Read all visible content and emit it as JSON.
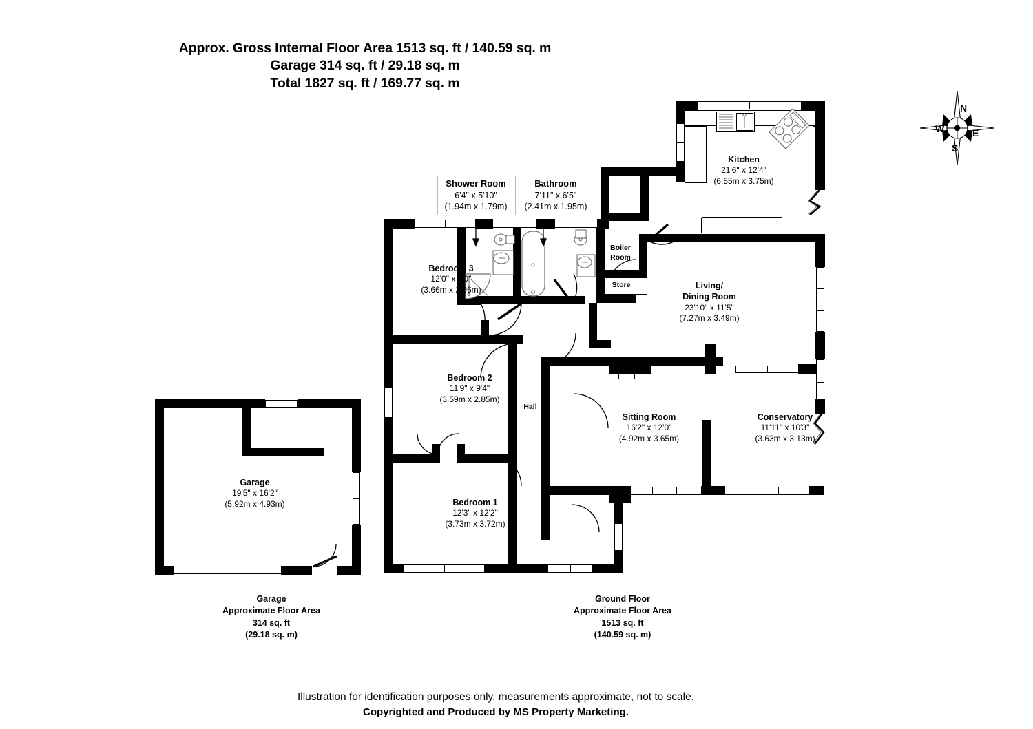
{
  "header": {
    "line1": "Approx. Gross Internal Floor Area 1513 sq. ft / 140.59 sq. m",
    "line2": "Garage 314 sq. ft / 29.18 sq. m",
    "line3": "Total 1827 sq. ft / 169.77 sq. m"
  },
  "rooms": {
    "shower_room": {
      "name": "Shower Room",
      "imperial": "6'4\" x 5'10\"",
      "metric": "(1.94m x 1.79m)"
    },
    "bathroom": {
      "name": "Bathroom",
      "imperial": "7'11\" x 6'5\"",
      "metric": "(2.41m x 1.95m)"
    },
    "bedroom3": {
      "name": "Bedroom 3",
      "imperial": "12'0\" x 9'9\"",
      "metric": "(3.66m x 2.96m)"
    },
    "bedroom2": {
      "name": "Bedroom 2",
      "imperial": "11'9\" x 9'4\"",
      "metric": "(3.59m x 2.85m)"
    },
    "bedroom1": {
      "name": "Bedroom 1",
      "imperial": "12'3\" x 12'2\"",
      "metric": "(3.73m x 3.72m)"
    },
    "kitchen": {
      "name": "Kitchen",
      "imperial": "21'6\" x 12'4\"",
      "metric": "(6.55m x 3.75m)"
    },
    "living_dining": {
      "name_l1": "Living/",
      "name_l2": "Dining Room",
      "imperial": "23'10\" x 11'5\"",
      "metric": "(7.27m x 3.49m)"
    },
    "sitting_room": {
      "name": "Sitting Room",
      "imperial": "16'2\" x 12'0\"",
      "metric": "(4.92m x 3.65m)"
    },
    "conservatory": {
      "name": "Conservatory",
      "imperial": "11'11\" x 10'3\"",
      "metric": "(3.63m x 3.13m)"
    },
    "garage": {
      "name": "Garage",
      "imperial": "19'5\" x 16'2\"",
      "metric": "(5.92m x 4.93m)"
    },
    "boiler_room": {
      "name_l1": "Boiler",
      "name_l2": "Room"
    },
    "store": {
      "name": "Store"
    },
    "hall": {
      "name": "Hall"
    }
  },
  "captions": {
    "garage": {
      "title": "Garage",
      "subtitle": "Approximate Floor Area",
      "sqft": "314 sq. ft",
      "sqm": "(29.18 sq. m)"
    },
    "ground_floor": {
      "title": "Ground Floor",
      "subtitle": "Approximate Floor Area",
      "sqft": "1513 sq. ft",
      "sqm": "(140.59 sq. m)"
    }
  },
  "disclaimer": {
    "line1": "Illustration for identification purposes only, measurements approximate, not to scale.",
    "line2": "Copyrighted  and Produced by MS Property Marketing."
  },
  "compass": {
    "north": "N",
    "east": "E",
    "south": "S",
    "west": "W"
  },
  "colors": {
    "wall": "#000000",
    "background": "#ffffff",
    "fixture_outline": "#7a7a7a",
    "label_box_border": "#b8b8b8"
  }
}
